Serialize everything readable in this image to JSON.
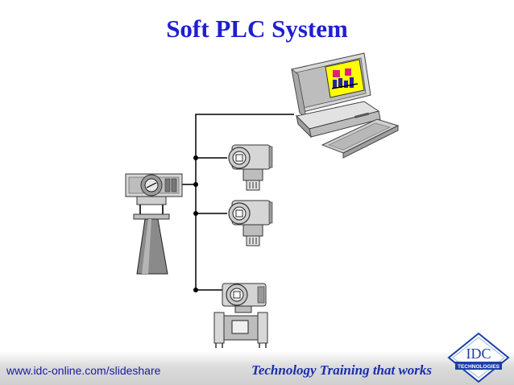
{
  "slide": {
    "title": "Soft PLC System"
  },
  "footer": {
    "url": "www.idc-online.com/slideshare",
    "tagline": "Technology Training that works"
  },
  "logo": {
    "main": "IDC",
    "sub": "TECHNOLOGIES"
  },
  "colors": {
    "title": "#1f1fd0",
    "footer_text": "#1a1aa0",
    "bus_line": "#000000",
    "screen_bg": "#ffff00",
    "logo_blue": "#1a3fa8"
  },
  "icons": [
    "computer-icon",
    "level-radar-transmitter-icon",
    "pressure-transmitter-icon",
    "magnetic-flowmeter-icon"
  ]
}
